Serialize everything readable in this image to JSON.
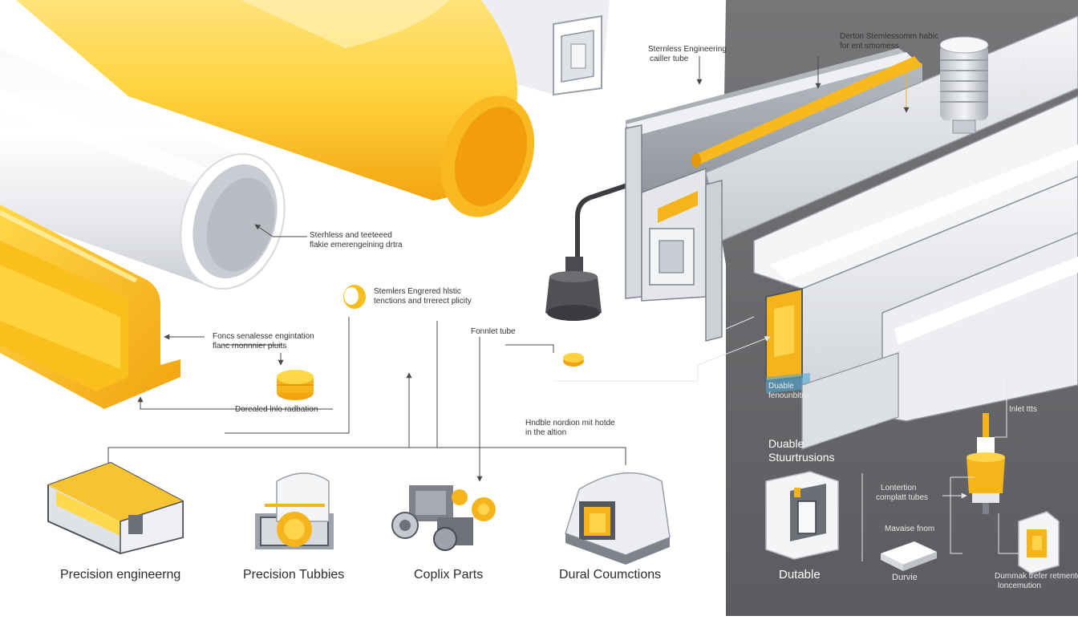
{
  "callouts": {
    "top_center_1": "Sternless Engineering",
    "top_center_2": "cailler tube",
    "top_right_1": "Derton Stemlessomm habic",
    "top_right_2": "for ent smomess",
    "pipe_1": "Sterhless and teeteeed",
    "pipe_2": "flakie emerengeining drtra",
    "cap_1": "Stemlers Engrered hlstic",
    "cap_2": "tenctions and trrerect plicity",
    "profile_1": "Foncs senalesse engintation",
    "profile_2": "flanc rnonnnier pluits",
    "coin": "Dorealed lnlo radbation",
    "fonnlet": "Fonnlet tube",
    "durable_small_1": "Duable",
    "durable_small_2": "fenounbitrs",
    "handle_1": "Hndble nordion mit hotde",
    "handle_2": "in the altion",
    "inlet": "Inlet ttts",
    "compound_1": "Lontertion",
    "compound_2": "complatt tubes",
    "mavaise": "Mavaise fnom",
    "bottom_right_1": "Dummak trefer retmented",
    "bottom_right_2": "loncemution"
  },
  "captions": {
    "c1": "Precision engineerng",
    "c2": "Precision Tubbies",
    "c3": "Coplix Parts",
    "c4": "Dural Coumctions"
  },
  "right_panel": {
    "heading_1": "Duable",
    "heading_2": "Stuurtrusions",
    "durable": "Dutable",
    "durvie": "Durvie"
  },
  "colors": {
    "accent_yellow": "#f6bd1e",
    "panel_gray": "#6e6e73",
    "line_gray": "#4a4a4a"
  }
}
